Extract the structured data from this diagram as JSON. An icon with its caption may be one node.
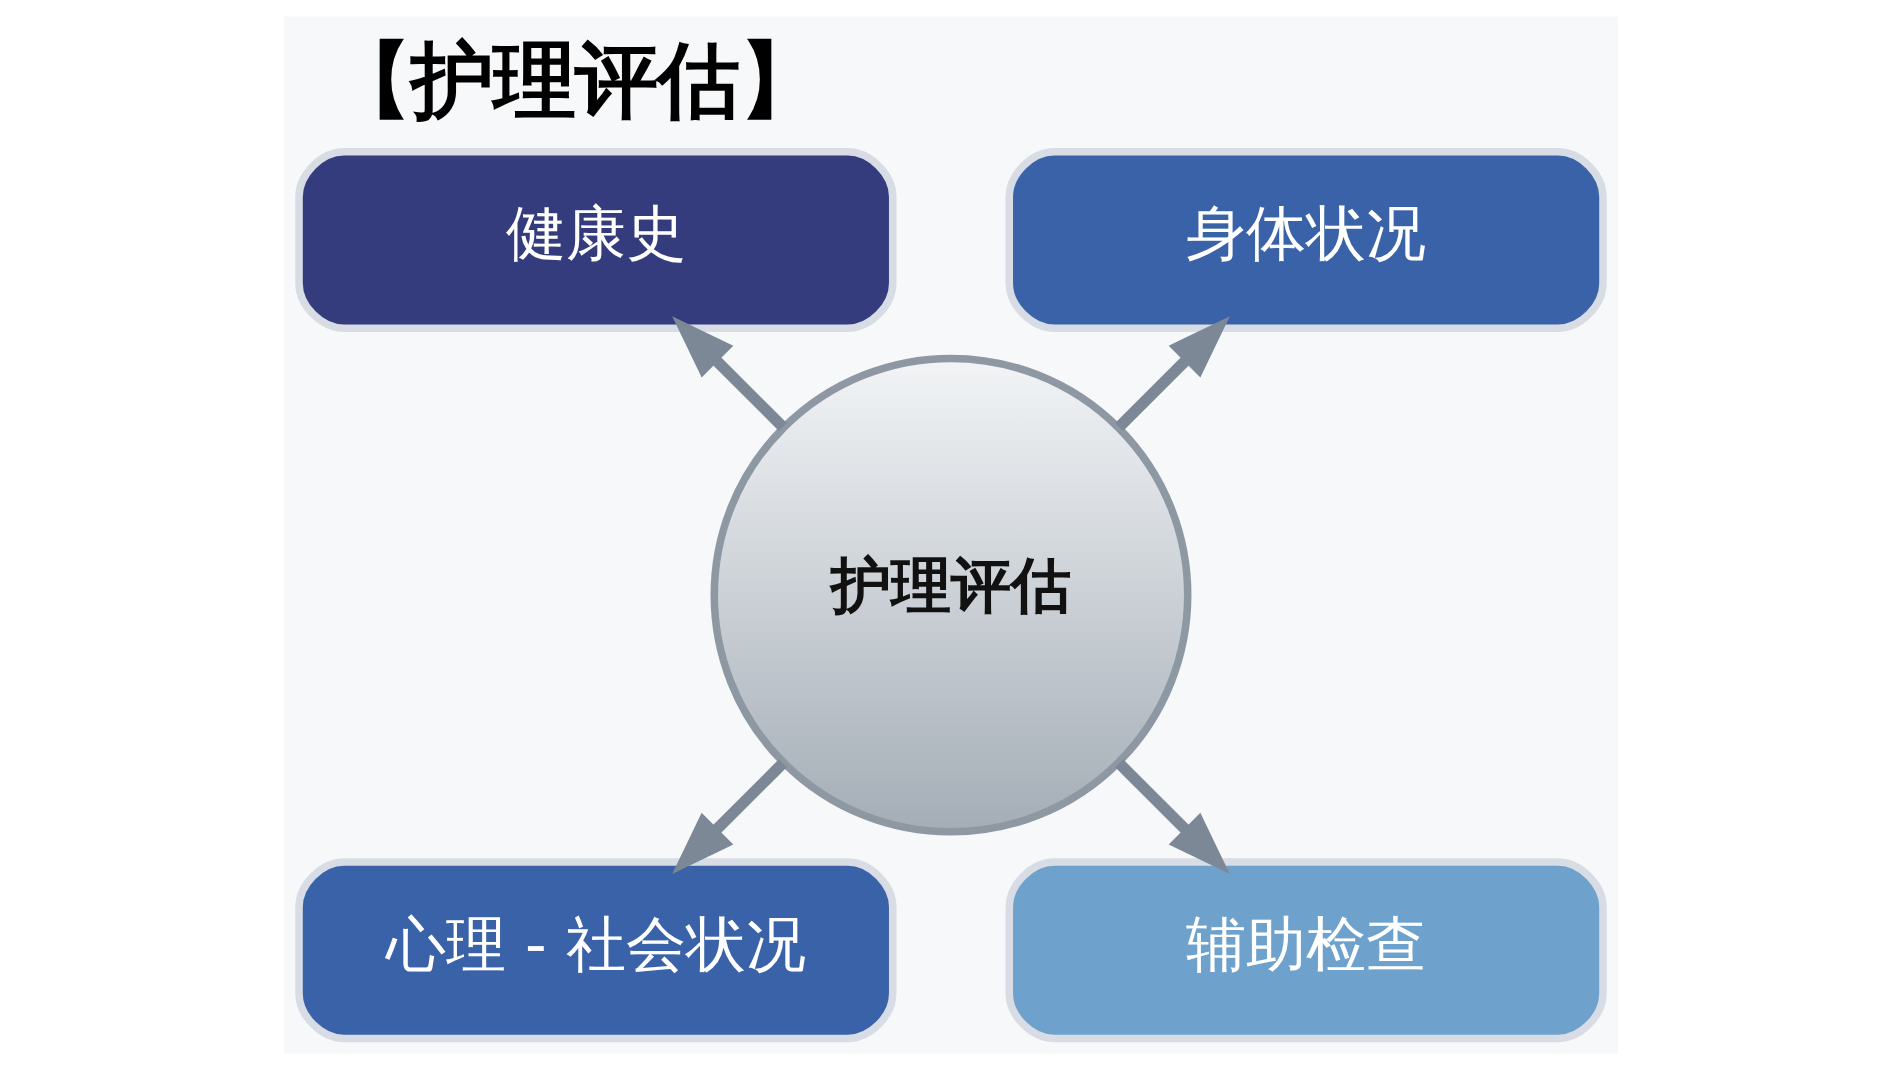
{
  "diagram": {
    "title": "【护理评估】",
    "nodes": [
      {
        "text": [
          "健康史"
        ]
      },
      {
        "text": [
          "身体状况"
        ]
      },
      {
        "text": [
          "护理评估"
        ]
      },
      {
        "text": [
          "心理 - 社会状况"
        ]
      },
      {
        "text": [
          "辅助检查"
        ]
      }
    ],
    "edges": [
      {
        "from": 2,
        "to": 0,
        "arrow": "to"
      },
      {
        "from": 2,
        "to": 1,
        "arrow": "to"
      },
      {
        "from": 2,
        "to": 3,
        "arrow": "to"
      },
      {
        "from": 2,
        "to": 4,
        "arrow": "to"
      }
    ]
  }
}
